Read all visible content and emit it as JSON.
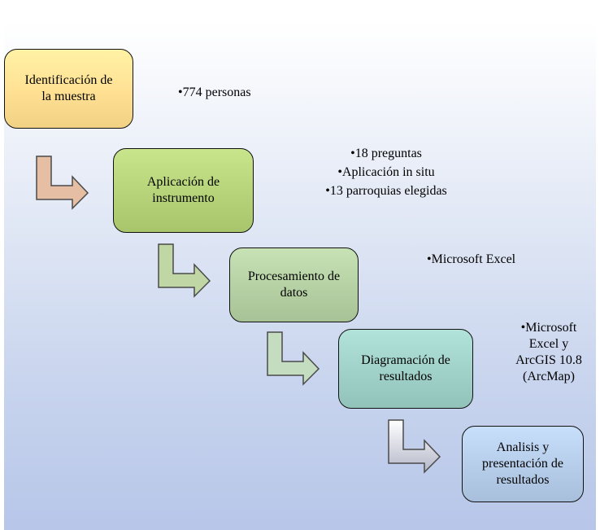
{
  "steps": [
    {
      "label": "Identificación de\nla muestra",
      "color": "#ffe093"
    },
    {
      "label": "Aplicación de\ninstrumento",
      "color": "#b6d37a"
    },
    {
      "label": "Procesamiento de\ndatos",
      "color": "#b5d1a4"
    },
    {
      "label": "Diagramación de\nresultados",
      "color": "#a0d1c9"
    },
    {
      "label": "Analisis  y\npresentación de\nresultados",
      "color": "#b6cdea"
    }
  ],
  "details": [
    [
      "•774 personas"
    ],
    [
      "•18 preguntas",
      "•Aplicación in situ",
      "•13 parroquias elegidas"
    ],
    [
      "•Microsoft Excel"
    ],
    [
      "•Microsoft",
      "Excel y",
      "ArcGIS 10.8",
      "(ArcMap)"
    ]
  ],
  "arrow_colors": [
    "#e5bea3",
    "#c0d6a5",
    "#c4dcc0",
    "#c8e3de"
  ],
  "arrow_stroke": "#4a4a4a"
}
